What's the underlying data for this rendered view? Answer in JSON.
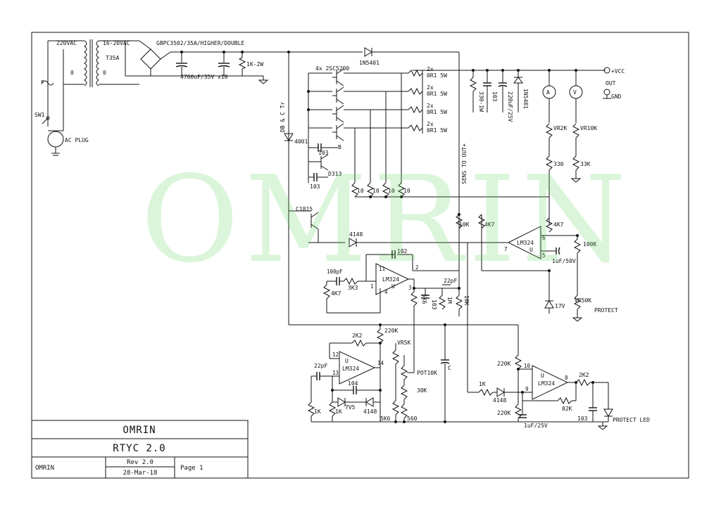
{
  "watermark": "OMRIN",
  "title_block": {
    "company": "OMRIN",
    "title": "RTYC 2.0",
    "drawn_by": "OMRIN",
    "rev": "Rev 2.0",
    "date": "28-Mar-18",
    "page": "Page 1"
  },
  "labels": {
    "ac_in": "220VAC",
    "ac_out": "16-20VAC",
    "zero_left": "0",
    "zero_right": "0",
    "trafo": "T35A",
    "bridge": "GBPC3502/35A/HIGHER/DOUBLE",
    "fuse": "F",
    "sw": "SW1",
    "plug": "AC PLUG",
    "cap_main": "4700uF/35V x10",
    "r_1k2w": "1K-2W",
    "d_1n5401_top": "1N5401",
    "transistors": "4x 2SC5200",
    "r_5w_1": "0R1 5W",
    "r_5w_2": "0R1 5W",
    "r_5w_3": "0R1 5W",
    "r_5w_4": "0R1 5W",
    "x2_1": "2x",
    "x2_2": "2x",
    "x2_3": "2x",
    "x2_4": "2x",
    "r_330_1w": "330-1W",
    "c_103_top": "103",
    "c_220u": "220uF/25V",
    "d_1n5401_right": "1N5401",
    "vcc": "+VCC",
    "out": "OUT",
    "gnd": "GND",
    "meter_a": "A",
    "meter_v": "V",
    "vr2k": "VR2K",
    "vr10k": "VR10K",
    "r330": "330",
    "r33k": "33K",
    "db_ctr": "DB & C Tr",
    "d4001": "4001",
    "c103_b": "103",
    "b_mark": "B",
    "d313": "D313",
    "c103_c": "103",
    "r10_1": "10",
    "r10_2": "10",
    "r10_3": "10",
    "r10_4": "10",
    "sens": "SENS TO OUT+",
    "c1815": "C1815",
    "d4148_a": "4148",
    "r10k_a": "10K",
    "r4k7_a": "4K7",
    "r4k7_b": "4K7",
    "lm324_a": "LM324",
    "u_a": "U",
    "pin6": "6",
    "pin5": "5",
    "pin7": "7",
    "r100k": "100K",
    "c1u50": "1uF/50V",
    "z17v": "17V",
    "vr50k": "VR50K",
    "protect": "PROTECT",
    "c102": "102",
    "pin11": "11",
    "pin2": "2",
    "c100p": "100pF",
    "r3k3": "3K3",
    "r4k7_c": "4K7",
    "lm324_b": "LM324",
    "u_b": "U",
    "pin1": "1",
    "pin3": "3",
    "pin4": "4",
    "r5k6_a": "5K6",
    "c103_d": "103",
    "r1m": "1M",
    "r10k_b": "10K",
    "c22p_a": "22pF",
    "r220k_a": "220K",
    "r2k2_a": "2K2",
    "vr5k": "VR5K",
    "lm324_c": "LM324",
    "u_c": "U",
    "pin12": "12",
    "pin13": "13",
    "pin14": "14",
    "c22p_b": "22pF",
    "c104": "104",
    "pot10k": "POT10K",
    "r30k": "30K",
    "r1k_a": "1K",
    "r1k_b": "1K",
    "z7v5": "7V5",
    "d4148_b": "4148",
    "r5k6_b": "5K6",
    "r560": "560",
    "c_small": "C",
    "r220k_b": "220K",
    "r220k_c": "220K",
    "r1k_c": "1K",
    "d4148_c": "4148",
    "lm324_d": "LM324",
    "u_d": "U",
    "pin10": "10",
    "pin9": "9",
    "pin8": "8",
    "r2k2_b": "2K2",
    "r82k": "82K",
    "c103_e": "103",
    "c1u25": "1uF/25V",
    "protect_led": "PROTECT LED"
  },
  "colors": {
    "ink": "#111111",
    "watermark": "#5AD25A",
    "paper": "#FFFFFF"
  }
}
